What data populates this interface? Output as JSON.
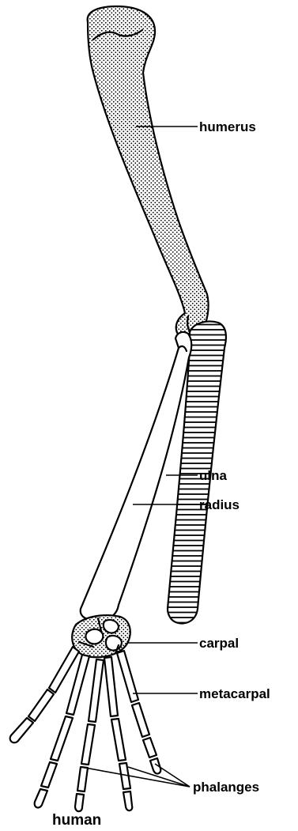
{
  "labels": {
    "humerus": "humerus",
    "ulna": "ulna",
    "radius": "radius",
    "carpal": "carpal",
    "metacarpal": "metacarpal",
    "phalanges": "phalanges"
  },
  "caption": "human",
  "colors": {
    "stroke": "#000000",
    "background": "#ffffff"
  }
}
